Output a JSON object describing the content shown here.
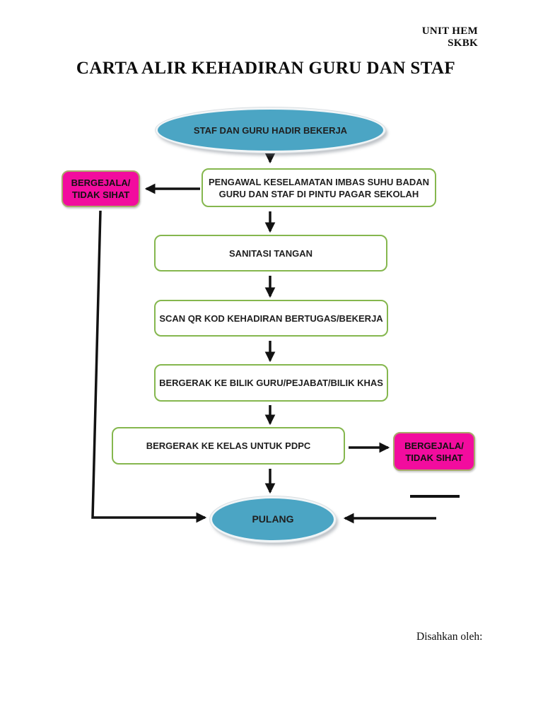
{
  "page": {
    "unit": {
      "line1": "UNIT HEM",
      "line2": "SKBK"
    },
    "title": "CARTA ALIR KEHADIRAN GURU DAN STAF",
    "approval_label": "Disahkan oleh:"
  },
  "flowchart": {
    "nodes": {
      "start": {
        "type": "terminator-ellipse",
        "label": "STAF DAN GURU HADIR BEKERJA"
      },
      "imbas_suhu": {
        "type": "process",
        "label": "PENGAWAL KESELAMATAN IMBAS SUHU BADAN GURU DAN STAF DI PINTU PAGAR SEKOLAH"
      },
      "bergejala_kiri": {
        "type": "alert",
        "label": "BERGEJALA/ TIDAK SIHAT"
      },
      "sanitasi": {
        "type": "process",
        "label": "SANITASI TANGAN"
      },
      "scan_qr": {
        "type": "process",
        "label": "SCAN QR KOD KEHADIRAN BERTUGAS/BEKERJA"
      },
      "bilik_guru": {
        "type": "process",
        "label": "BERGERAK KE BILIK GURU/PEJABAT/BILIK KHAS"
      },
      "kelas_pdpc": {
        "type": "process",
        "label": "BERGERAK KE KELAS UNTUK PDPC"
      },
      "bergejala_kanan": {
        "type": "alert",
        "label": "BERGEJALA/ TIDAK SIHAT"
      },
      "pulang": {
        "type": "terminator-ellipse",
        "label": "PULANG"
      }
    },
    "colors": {
      "ellipse_fill": "#4BA5C4",
      "process_border": "#85B74E",
      "alert_fill": "#F20C9E",
      "alert_border": "#A9A96B",
      "arrow": "#121212",
      "text": "#1F1F1F"
    }
  }
}
